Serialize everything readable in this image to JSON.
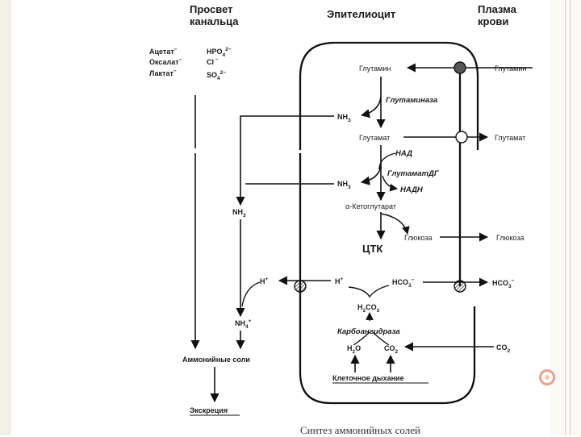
{
  "headers": {
    "lumen": [
      "Просвет",
      "канальца"
    ],
    "cell": "Эпителиоцит",
    "plasma": [
      "Плазма",
      "крови"
    ]
  },
  "lumen_ions": {
    "anions": [
      "Ацетат",
      "Оксалат",
      "Лактат"
    ],
    "hpo4": "HPO",
    "cl": "Cl",
    "so4": "SO"
  },
  "labels": {
    "glutamine_cell": "Глутамин",
    "glutamine_plasma": "Глутамин",
    "glutaminase": "Глутаминаза",
    "nh3_1": "NH",
    "glutamate_cell": "Глутамат",
    "glutamate_plasma": "Глутамат",
    "nad": "НАД",
    "glutamate_dh": "ГлутаматДГ",
    "nh3_2": "NH",
    "nadh": "НАДН",
    "ketoglutarate": "α-Кетоглутарат",
    "nh3_lumen": "NH",
    "glucose_cell": "Глюкоза",
    "glucose_plasma": "Глюкоза",
    "ctk": "ЦТК",
    "h_lumen": "H",
    "h_cell": "H",
    "hco3_cell": "HCO",
    "hco3_plasma": "HCO",
    "h2co3": "H",
    "nh4": "NH",
    "carbonic_anhydrase": "Карбоангидраза",
    "h2o": "H",
    "co2_cell": "CO",
    "co2_plasma": "CO",
    "ammonium_salts": "Аммонийные соли",
    "respiration": "Клеточное дыхание",
    "excretion": "Экскреция"
  },
  "caption": "Синтез аммонийных солей"
}
